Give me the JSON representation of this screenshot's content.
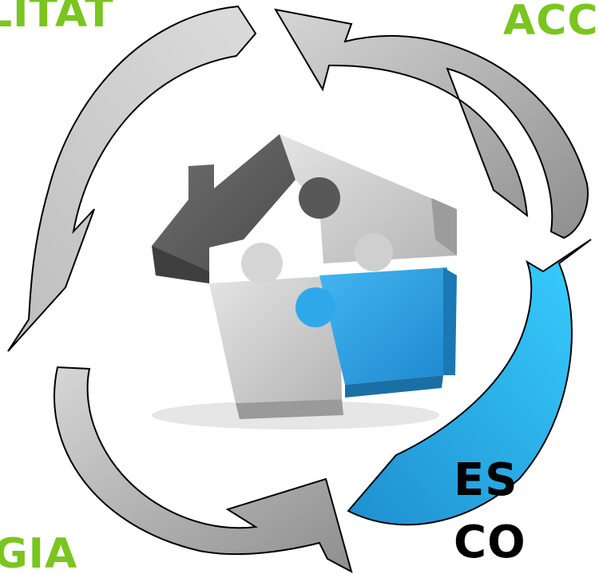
{
  "labels": {
    "top_left": "LITAT",
    "top_right": "ACC",
    "bottom_left": "GIA",
    "bottom_right_line1": "ES",
    "bottom_right_line2": "CO"
  },
  "colors": {
    "label_green": "#7ac51f",
    "label_black": "#000000",
    "arrow_gray_light": "#c4c4c4",
    "arrow_gray_dark": "#9a9a9a",
    "arrow_blue": "#2fc0f2",
    "puzzle_dark": "#5a5a5a",
    "puzzle_light": "#cfcfcf",
    "puzzle_blue": "#2ea3e6"
  },
  "icons": {
    "center": "puzzle-house-icon",
    "cycle": "circular-arrows-icon"
  }
}
